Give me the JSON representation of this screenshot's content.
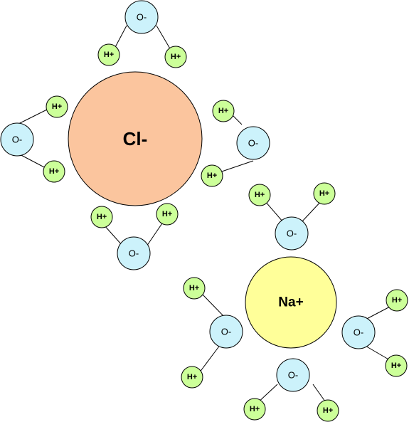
{
  "labels": {
    "chloride": "Cl-",
    "sodium": "Na+",
    "oxygen": "O-",
    "hydrogen": "H+"
  },
  "colors": {
    "chloride_fill": "#fbc59e",
    "sodium_fill": "#ffff99",
    "oxygen_fill": "#ccf2fb",
    "hydrogen_fill": "#ccff99",
    "outline": "#000000"
  }
}
